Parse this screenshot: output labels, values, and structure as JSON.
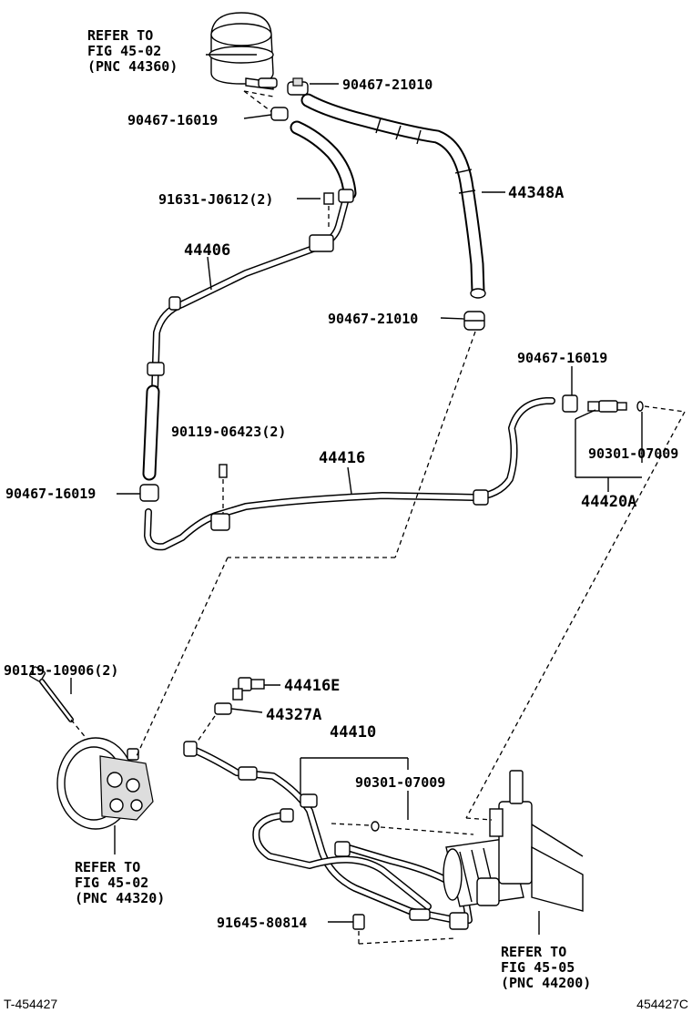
{
  "labels": {
    "ref_reservoir": [
      "REFER TO",
      "FIG 45-02",
      "(PNC 44360)"
    ],
    "ref_pump": [
      "REFER TO",
      "FIG 45-02",
      "(PNC 44320)"
    ],
    "ref_gear": [
      "REFER TO",
      "FIG 45-05",
      "(PNC 44200)"
    ],
    "clamp_21010_top": "90467-21010",
    "clamp_16019_top": "90467-16019",
    "bolt_91631": "91631-J0612(2)",
    "hose_44348A": "44348A",
    "pipe_44406": "44406",
    "clamp_21010_mid": "90467-21010",
    "clamp_16019_right": "90467-16019",
    "bolt_90119_06423": "90119-06423(2)",
    "pipe_44416": "44416",
    "gasket_90301_right": "90301-07009",
    "clamp_16019_left": "90467-16019",
    "assy_44420A": "44420A",
    "bolt_90119_10906": "90119-10906(2)",
    "union_44416E": "44416E",
    "gasket_44327A": "44327A",
    "pipe_44410": "44410",
    "gasket_90301_lower": "90301-07009",
    "bolt_91645": "91645-80814"
  },
  "footer": {
    "left": "T-454427",
    "right": "454427C"
  }
}
